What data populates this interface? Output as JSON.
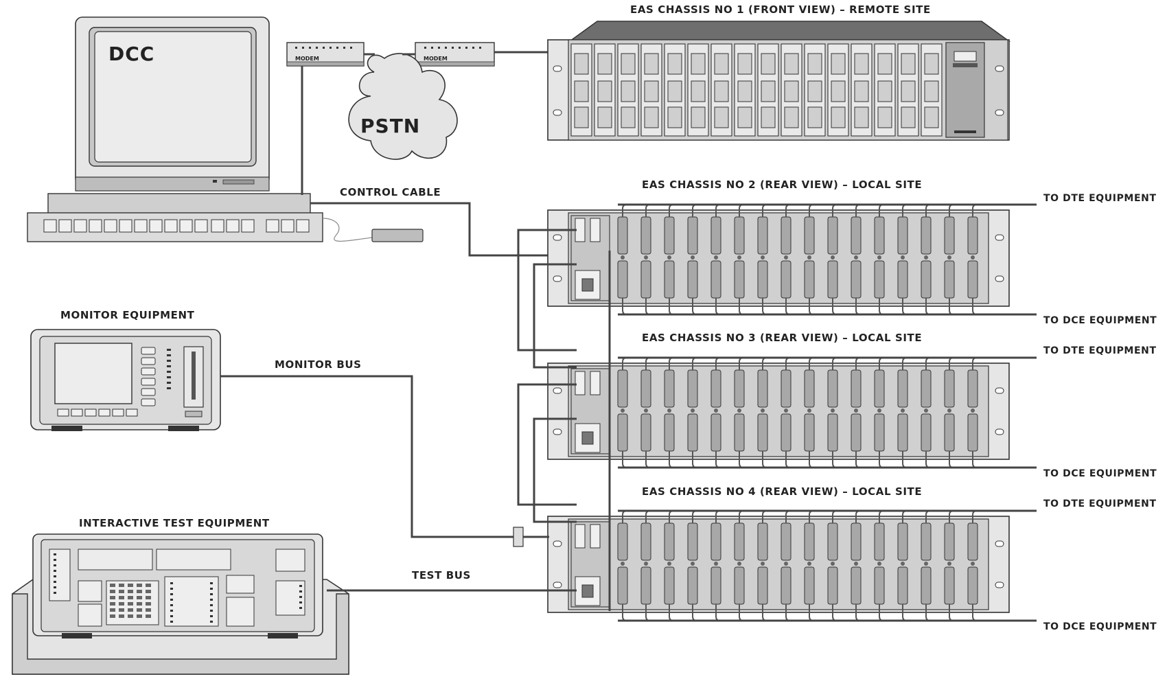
{
  "labels": {
    "dcc": "DCC",
    "modem": "MODEM",
    "pstn": "PSTN",
    "chassis1": "EAS CHASSIS NO 1 (FRONT VIEW) – REMOTE SITE",
    "chassis2": "EAS CHASSIS NO 2 (REAR VIEW) – LOCAL SITE",
    "chassis3": "EAS CHASSIS NO 3 (REAR VIEW) – LOCAL SITE",
    "chassis4": "EAS CHASSIS NO 4 (REAR VIEW) – LOCAL SITE",
    "control_cable": "CONTROL CABLE",
    "monitor_equipment": "MONITOR EQUIPMENT",
    "monitor_bus": "MONITOR BUS",
    "interactive_test_equipment": "INTERACTIVE TEST EQUIPMENT",
    "test_bus": "TEST BUS",
    "to_dte": "TO DTE EQUIPMENT",
    "to_dce": "TO DCE EQUIPMENT"
  },
  "colors": {
    "line": "#333333",
    "panel": "#d6d6d6",
    "frame": "#e6e6e6",
    "dark": "#8a8a8a",
    "screen": "#e9e9e9"
  },
  "chassis1_slots": 16,
  "rear_chassis_slots": 16
}
